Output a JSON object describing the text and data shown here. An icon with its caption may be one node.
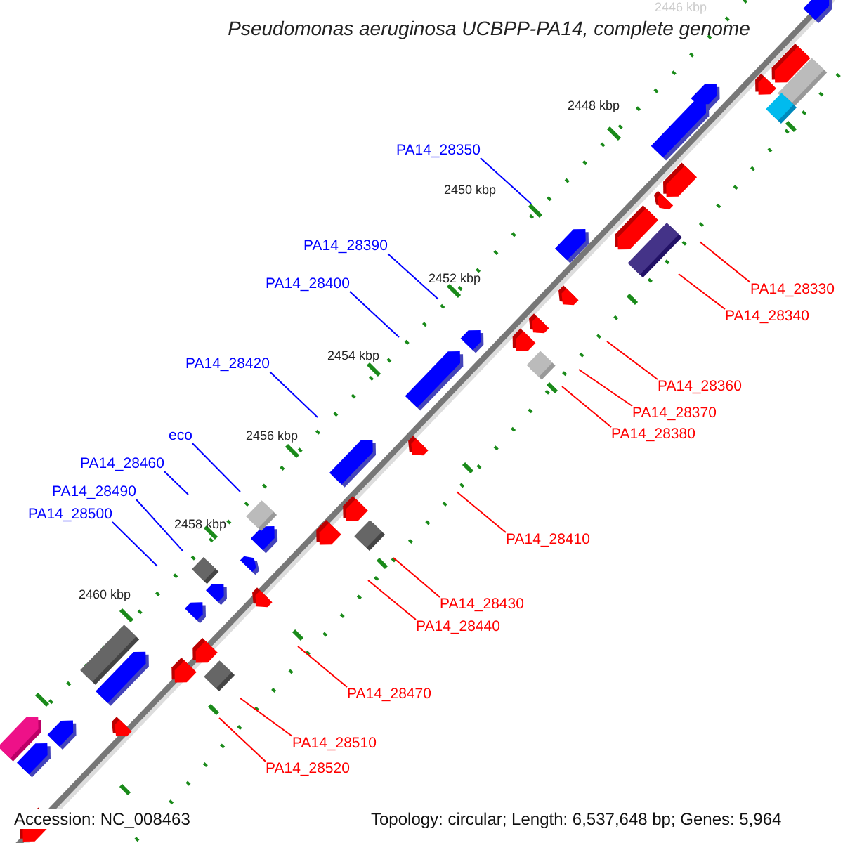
{
  "diagram": {
    "title": "Pseudomonas aeruginosa UCBPP-PA14, complete genome",
    "nodes": [
      {
        "text": [
          "PA14_28350"
        ]
      },
      {
        "text": [
          "PA14_28390"
        ]
      },
      {
        "text": [
          "PA14_28400"
        ]
      },
      {
        "text": [
          "PA14_28420"
        ]
      },
      {
        "text": [
          "eco"
        ]
      },
      {
        "text": [
          "PA14_28460"
        ]
      },
      {
        "text": [
          "PA14_28490"
        ]
      },
      {
        "text": [
          "PA14_28500"
        ]
      },
      {
        "text": [
          "PA14_28330"
        ]
      },
      {
        "text": [
          "PA14_28340"
        ]
      },
      {
        "text": [
          "PA14_28360"
        ]
      },
      {
        "text": [
          "PA14_28370"
        ]
      },
      {
        "text": [
          "PA14_28380"
        ]
      },
      {
        "text": [
          "PA14_28410"
        ]
      },
      {
        "text": [
          "PA14_28430"
        ]
      },
      {
        "text": [
          "PA14_28440"
        ]
      },
      {
        "text": [
          "PA14_28470"
        ]
      },
      {
        "text": [
          "PA14_28510"
        ]
      },
      {
        "text": [
          "PA14_28520"
        ]
      }
    ],
    "edges": [
      {
        "from": 0,
        "to": null,
        "arrow": "none",
        "color": "#0000ff"
      },
      {
        "from": 1,
        "to": null,
        "arrow": "none",
        "color": "#0000ff"
      },
      {
        "from": 2,
        "to": null,
        "arrow": "none",
        "color": "#0000ff"
      },
      {
        "from": 3,
        "to": null,
        "arrow": "none",
        "color": "#0000ff"
      },
      {
        "from": 4,
        "to": null,
        "arrow": "none",
        "color": "#0000ff"
      },
      {
        "from": 5,
        "to": null,
        "arrow": "none",
        "color": "#0000ff"
      },
      {
        "from": 6,
        "to": null,
        "arrow": "none",
        "color": "#0000ff"
      },
      {
        "from": 7,
        "to": null,
        "arrow": "none",
        "color": "#0000ff"
      },
      {
        "from": 8,
        "to": null,
        "arrow": "none"
      },
      {
        "from": 9,
        "to": null,
        "arrow": "none"
      },
      {
        "from": 10,
        "to": null,
        "arrow": "none"
      },
      {
        "from": 11,
        "to": null,
        "arrow": "none"
      },
      {
        "from": 12,
        "to": null,
        "arrow": "none"
      },
      {
        "from": 13,
        "to": null,
        "arrow": "none"
      },
      {
        "from": 14,
        "to": null,
        "arrow": "none"
      },
      {
        "from": 15,
        "to": null,
        "arrow": "none"
      },
      {
        "from": 16,
        "to": null,
        "arrow": "none"
      },
      {
        "from": 17,
        "to": null,
        "arrow": "none"
      },
      {
        "from": 18,
        "to": null,
        "arrow": "none"
      }
    ],
    "labels": [
      "2446 kbp",
      "2448 kbp",
      "2450 kbp",
      "2452 kbp",
      "2454 kbp",
      "2456 kbp",
      "2458 kbp",
      "2460 kbp",
      "Accession: NC_008463",
      "Topology: circular; Length: 6,537,648 bp; Genes: 5,964"
    ]
  }
}
